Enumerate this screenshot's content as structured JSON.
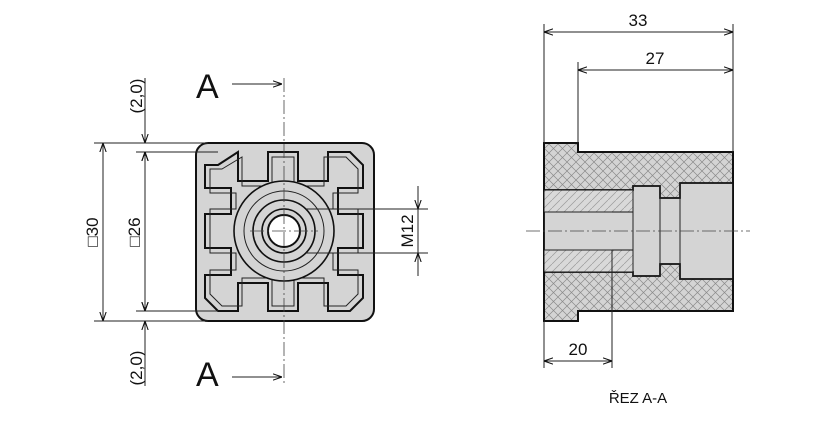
{
  "front_view": {
    "section_letter_top": "A",
    "section_letter_bottom": "A",
    "dim_outer": "□30",
    "dim_inner": "□26",
    "dim_top_offset": "(2,0)",
    "dim_bottom_offset": "(2,0)",
    "dim_thread": "M12"
  },
  "section_view": {
    "dim_total_length": "33",
    "dim_body_length": "27",
    "dim_depth": "20",
    "caption": "ŘEZ A-A"
  },
  "colors": {
    "fill": "#d4d4d4",
    "hatch": "#8a8a8a",
    "line": "#111111"
  }
}
